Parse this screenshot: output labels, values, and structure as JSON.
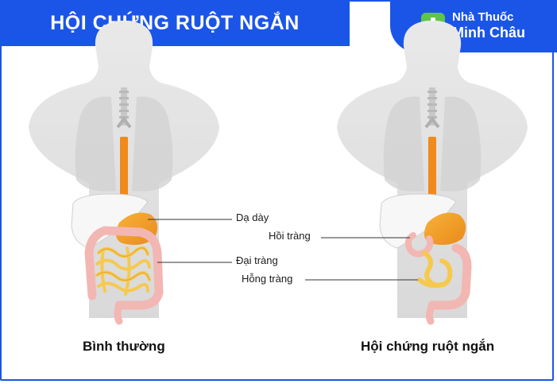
{
  "title": "HỘI CHỨNG RUỘT NGẮN",
  "brand": {
    "line1": "Nhà Thuốc",
    "line2": "Minh Châu"
  },
  "labels": {
    "stomach": "Dạ dày",
    "large_intestine": "Đại tràng",
    "ileum": "Hồi tràng",
    "jejunum": "Hỗng tràng"
  },
  "captions": {
    "normal": "Bình thường",
    "syndrome": "Hội chứng ruột ngắn"
  },
  "colors": {
    "accent": "#1b55e8",
    "logo": "#5ec44a",
    "body": "#e3e3e3",
    "esophagus": "#ef8a1c",
    "small_intestine": "#f6c94e",
    "colon": "#f2b7b3"
  }
}
